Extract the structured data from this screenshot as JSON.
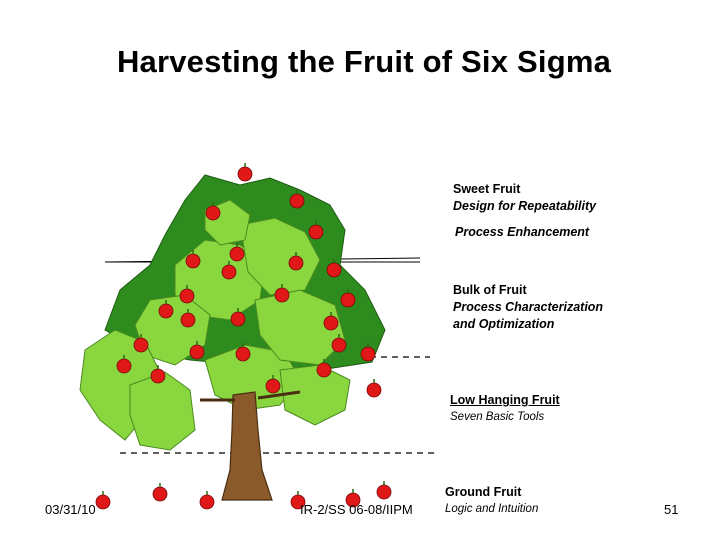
{
  "slide": {
    "title": "Harvesting the Fruit of Six Sigma",
    "labels": {
      "sweet_heading": "Sweet Fruit",
      "sweet_line1": "Design for Repeatability",
      "sweet_line2": "Process Enhancement",
      "bulk_heading": "Bulk of Fruit",
      "bulk_line1": "Process Characterization",
      "bulk_line2": "and Optimization",
      "low_heading": "Low Hanging  Fruit",
      "low_line1": "Seven Basic Tools",
      "ground_heading": "Ground Fruit",
      "ground_line1": "Logic and Intuition"
    },
    "footer": {
      "date": "03/31/10",
      "center": "IR-2/SS 06-08/IIPM",
      "page": "51"
    }
  },
  "colors": {
    "leaf_dark": "#2e8b1e",
    "leaf_light": "#8ad63e",
    "trunk": "#8b5a2b",
    "apple": "#e01818"
  }
}
